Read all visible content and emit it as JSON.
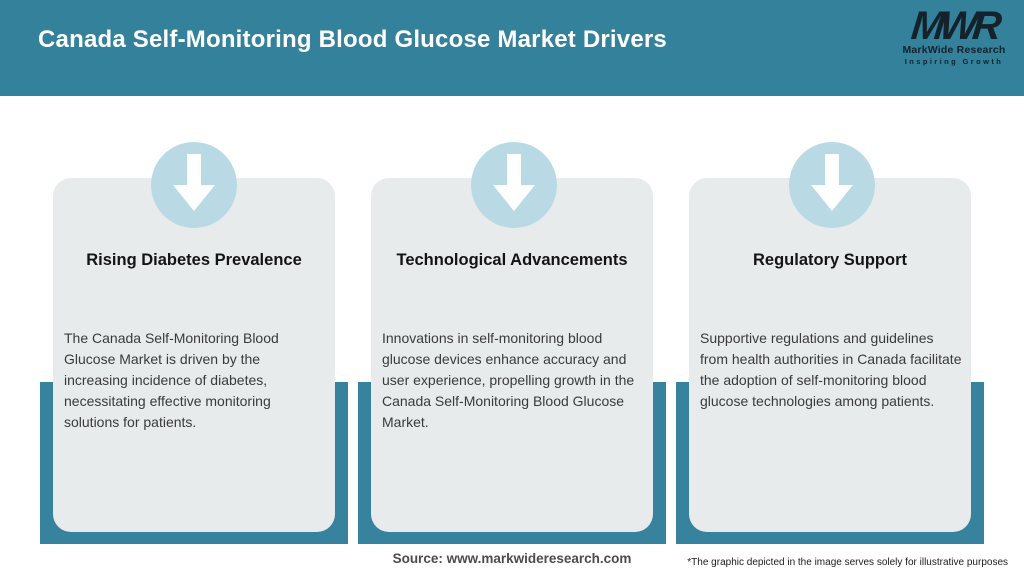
{
  "header": {
    "title": "Canada Self-Monitoring Blood Glucose Market Drivers"
  },
  "logo": {
    "monogram": "MWR",
    "name": "MarkWide Research",
    "tagline": "Inspiring Growth"
  },
  "cards": [
    {
      "title": "Rising Diabetes Prevalence",
      "body": "The Canada Self-Monitoring Blood Glucose Market is driven by the increasing incidence of diabetes, necessitating effective monitoring solutions for patients."
    },
    {
      "title": "Technological Advancements",
      "body": "Innovations in self-monitoring blood glucose devices enhance accuracy and user experience, propelling growth in the Canada Self-Monitoring Blood Glucose Market."
    },
    {
      "title": "Regulatory Support",
      "body": "Supportive regulations and guidelines from health authorities in Canada facilitate the adoption of self-monitoring blood glucose technologies among patients."
    }
  ],
  "footer": {
    "source": "Source: www.markwideresearch.com",
    "disclaimer": "*The graphic depicted in the image serves solely for illustrative purposes"
  },
  "icons": {
    "card_marker": "down-arrow-icon"
  },
  "colors": {
    "header_teal": "#34819b",
    "band_teal": "#37829d",
    "card_gray": "#e8ebec",
    "circle_blue": "#b9dae5",
    "arrow_white": "#ffffff",
    "title_text": "#141414",
    "body_text": "#3a3a3a"
  }
}
